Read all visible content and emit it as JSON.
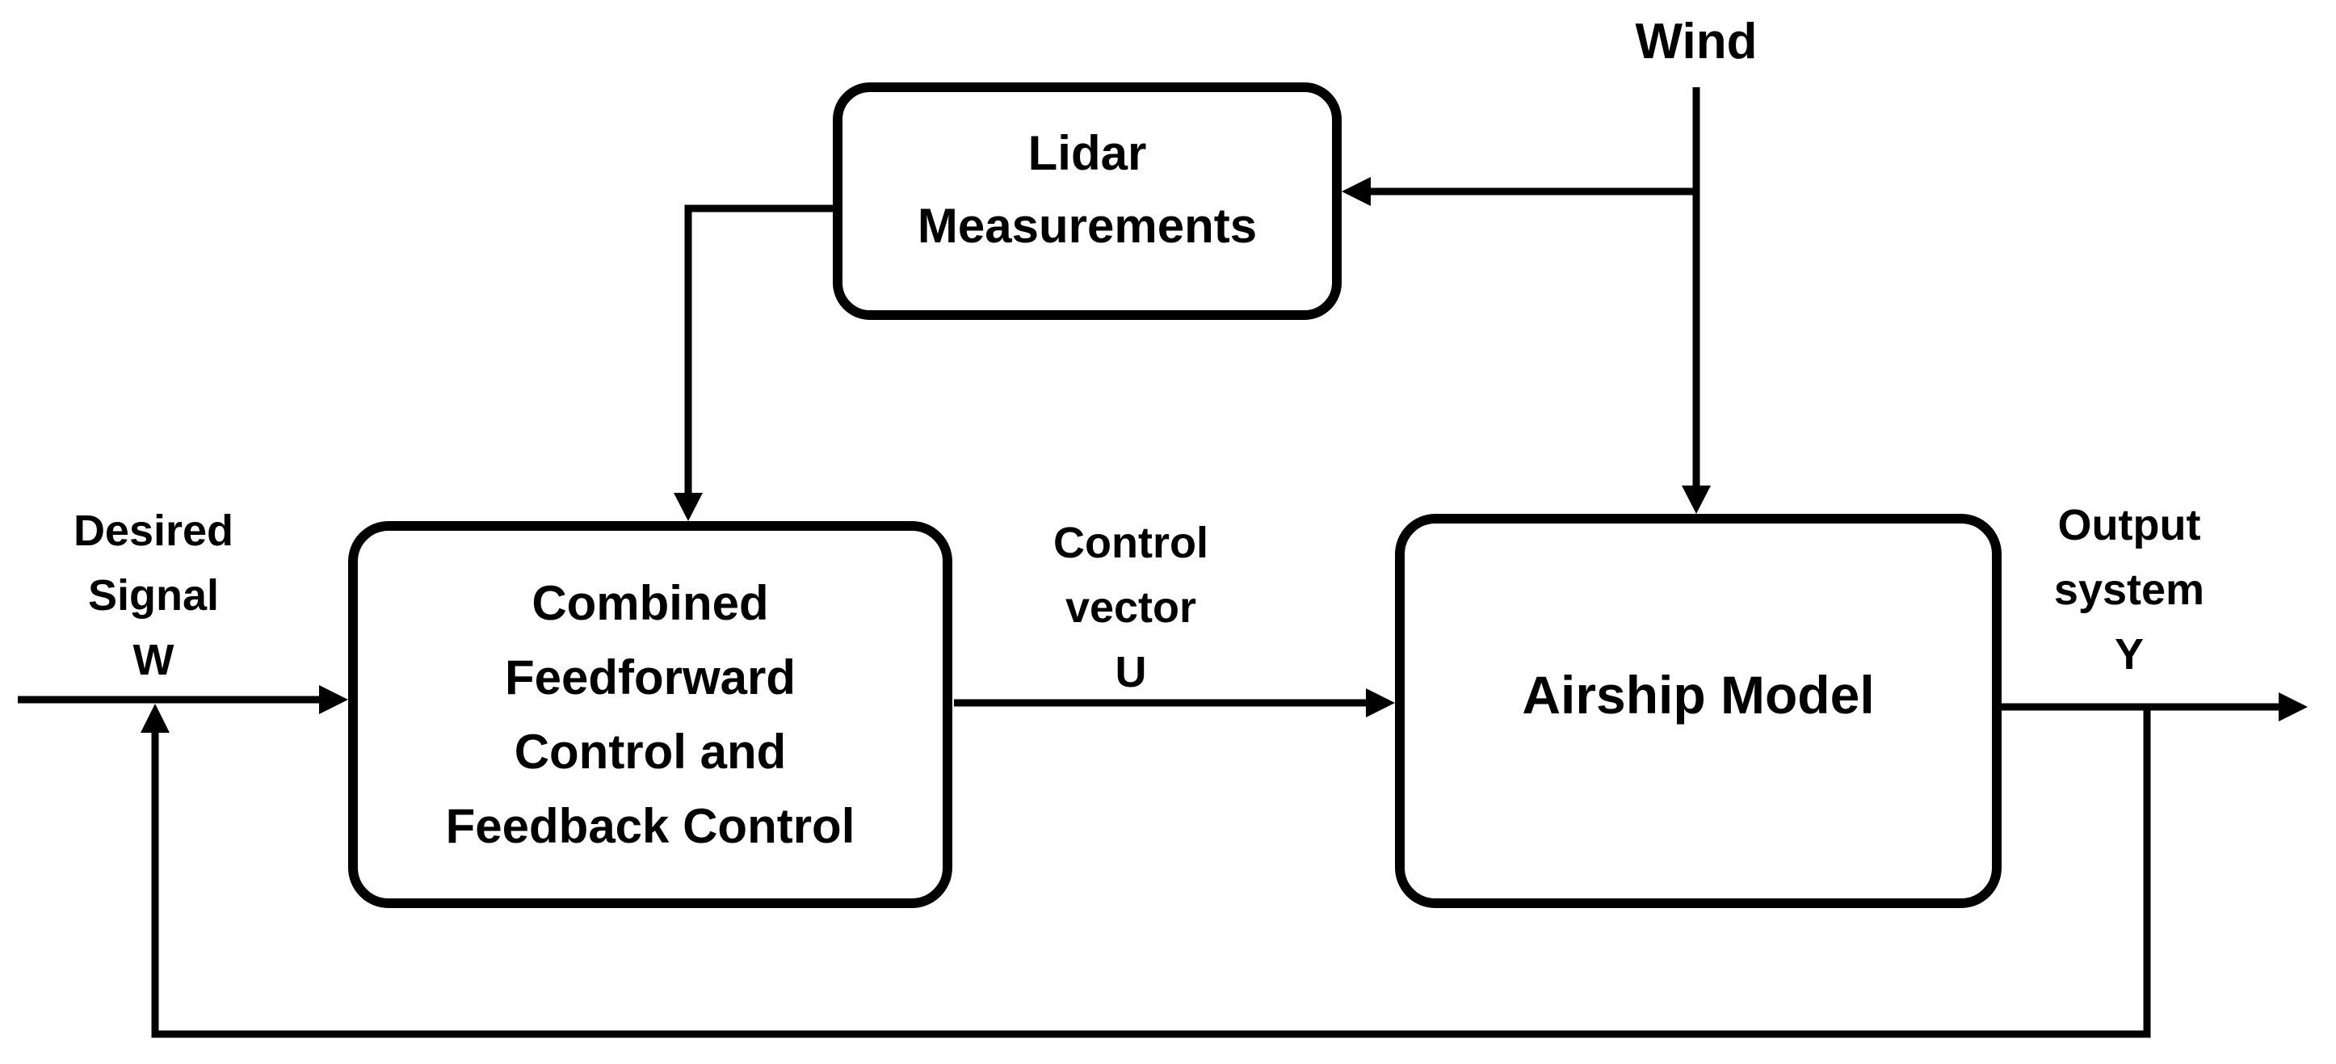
{
  "diagram": {
    "title": "Combined feedforward and feedback airship control block diagram",
    "colors": {
      "background": "#ffffff",
      "ink": "#000000"
    },
    "nodes": {
      "lidar": {
        "lines": [
          "Lidar",
          "Measurements"
        ]
      },
      "controller": {
        "lines": [
          "Combined",
          "Feedforward",
          "Control and",
          "Feedback Control"
        ]
      },
      "airship": {
        "lines": [
          "Airship Model"
        ]
      }
    },
    "labels": {
      "wind": {
        "lines": [
          "Wind"
        ]
      },
      "desired_signal": {
        "lines": [
          "Desired",
          "Signal",
          "W"
        ]
      },
      "control_vector": {
        "lines": [
          "Control",
          "vector",
          "U"
        ]
      },
      "output_system": {
        "lines": [
          "Output",
          "system",
          "Y"
        ]
      }
    },
    "connections": [
      {
        "from": "desired-signal",
        "to": "controller"
      },
      {
        "from": "controller",
        "to": "airship-model",
        "signal": "U"
      },
      {
        "from": "airship-model",
        "to": "output",
        "signal": "Y"
      },
      {
        "from": "output",
        "to": "desired-signal",
        "type": "feedback-loop"
      },
      {
        "from": "wind",
        "to": "airship-model"
      },
      {
        "from": "wind",
        "to": "lidar-measurements"
      },
      {
        "from": "lidar-measurements",
        "to": "controller"
      }
    ]
  }
}
